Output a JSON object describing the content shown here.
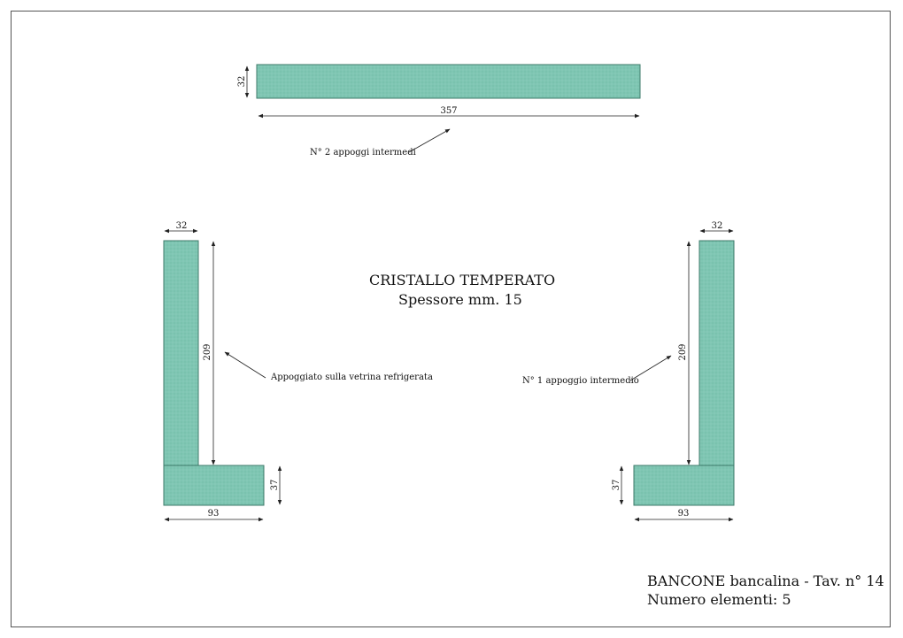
{
  "material": {
    "name": "CRISTALLO TEMPERATO",
    "thickness": "Spessore mm. 15"
  },
  "title_block": {
    "line1": "BANCONE bancalina - Tav. n° 14",
    "line2": "Numero elementi: 5"
  },
  "colors": {
    "glass_fill": "#7fc6b3",
    "glass_stroke": "#3d7a6a",
    "line": "#222222"
  },
  "top_piece": {
    "height_label": "32",
    "length_label": "357",
    "note": "N° 2 appoggi intermedi"
  },
  "left_piece": {
    "width_label": "32",
    "height_label": "209",
    "foot_height_label": "37",
    "foot_length_label": "93",
    "note": "Appoggiato sulla vetrina refrigerata"
  },
  "right_piece": {
    "width_label": "32",
    "height_label": "209",
    "foot_height_label": "37",
    "foot_length_label": "93",
    "note": "N° 1 appoggio intermedio"
  }
}
